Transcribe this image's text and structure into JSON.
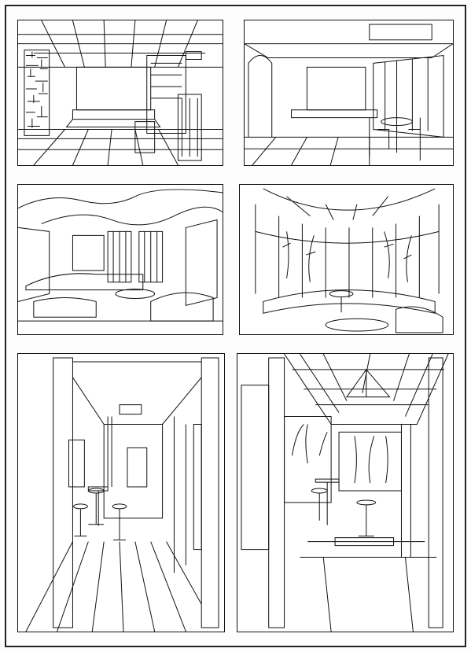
{
  "sheet": {
    "panels": [
      {
        "id": "p1",
        "scene": "living-room-with-stone-fireplace"
      },
      {
        "id": "p2",
        "scene": "dining-room-with-bay-window"
      },
      {
        "id": "p3",
        "scene": "lounge-with-curved-ceiling"
      },
      {
        "id": "p4",
        "scene": "round-hall-with-columns"
      },
      {
        "id": "p5",
        "scene": "corridor-bar-with-stools"
      },
      {
        "id": "p6",
        "scene": "atrium-with-glass-pyramid"
      }
    ],
    "colors": {
      "ink": "#111111",
      "paper": "#ffffff"
    }
  }
}
